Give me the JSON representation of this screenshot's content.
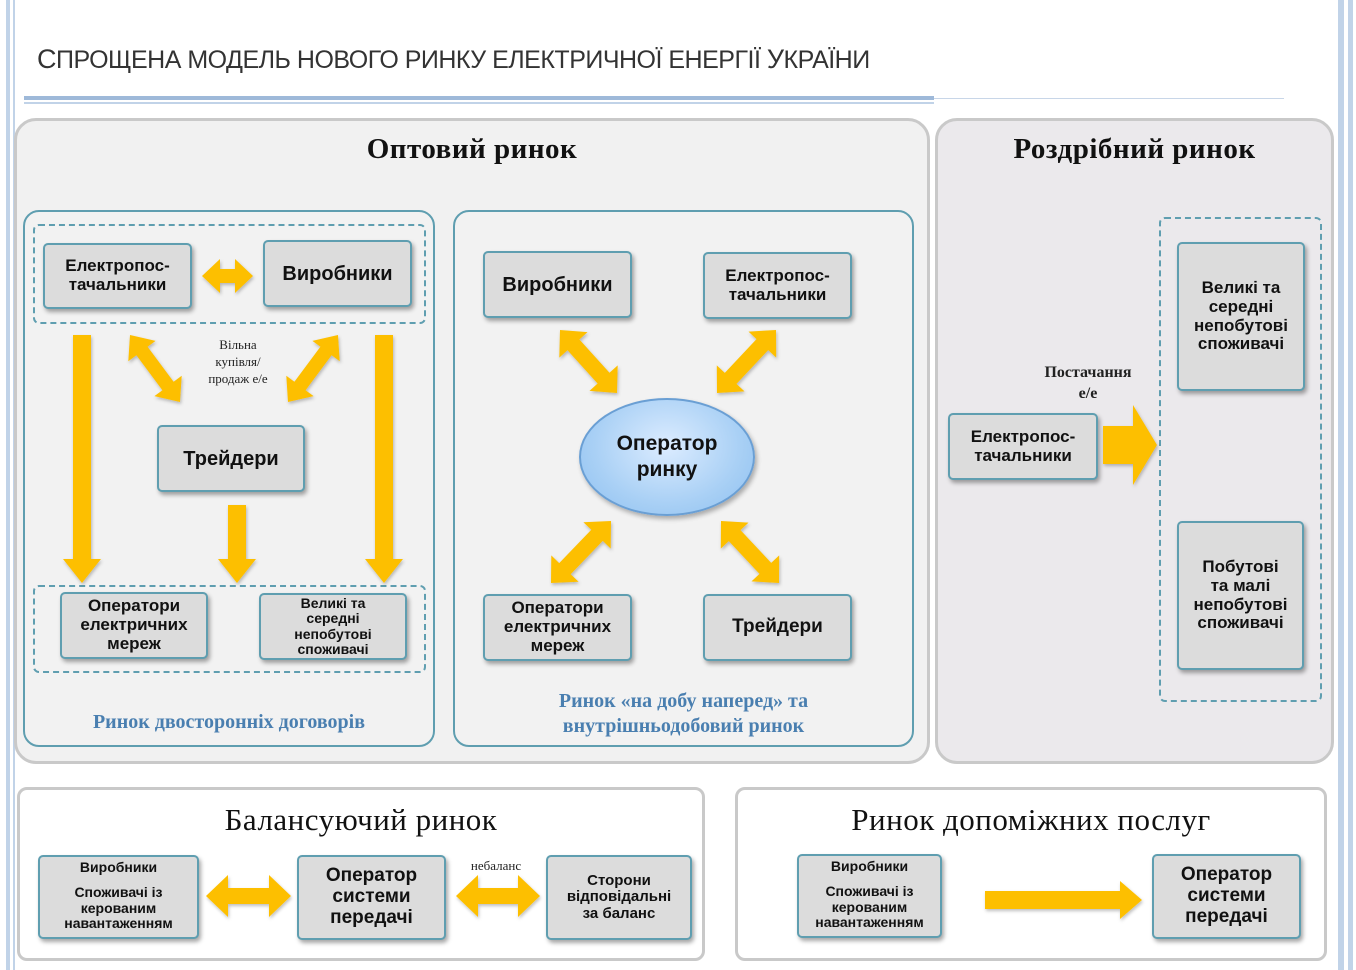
{
  "page": {
    "title_first": "С",
    "title_rest": "ПРОЩЕНА МОДЕЛЬ НОВОГО РИНКУ ЕЛЕКТРИЧНОЇ ЕНЕРГІЇ ",
    "title_u": "У",
    "title_end": "КРАЇНИ"
  },
  "colors": {
    "arrow": "#fdbf00",
    "border": "#5f9eb0",
    "caption": "#4a7fb0",
    "box": "#dcdcdc"
  },
  "wholesale": {
    "title": "Оптовий ринок",
    "bilateral": {
      "caption": "Ринок двосторонніх договорів",
      "suppliers": "Електропос-\nтачальники",
      "producers": "Виробники",
      "traders": "Трейдери",
      "network_operators": "Оператори\nелектричних\nмереж",
      "large_consumers": "Великі та\nсередні\nнепобутові\nспоживачі",
      "note": "Вільна\nкупівля/\nпродаж е/е"
    },
    "dayahead": {
      "caption_line1": "Ринок «на добу наперед» та",
      "caption_line2": "внутрішньодобовий ринок",
      "producers": "Виробники",
      "suppliers": "Електропос-\nтачальники",
      "market_operator": "Оператор\nринку",
      "network_operators": "Оператори\nелектричних\nмереж",
      "traders": "Трейдери"
    }
  },
  "retail": {
    "title": "Роздрібний ринок",
    "suppliers": "Електропос-\nтачальники",
    "note": "Постачання\nе/е",
    "large_consumers": "Великі та\nсередні\nнепобутові\nспоживачі",
    "household_consumers": "Побутові\nта малі\nнепобутові\nспоживачі"
  },
  "balancing": {
    "title": "Балансуючий ринок",
    "left_line1": "Виробники",
    "left_line2": "Споживачі із\nкерованим\nнавантаженням",
    "tso": "Оператор\nсистеми\nпередачі",
    "note": "небаланс",
    "brp": "Сторони\nвідповідальні\nза баланс"
  },
  "ancillary": {
    "title": "Ринок допоміжних послуг",
    "left_line1": "Виробники",
    "left_line2": "Споживачі із\nкерованим\nнавантаженням",
    "tso": "Оператор\nсистеми\nпередачі"
  }
}
